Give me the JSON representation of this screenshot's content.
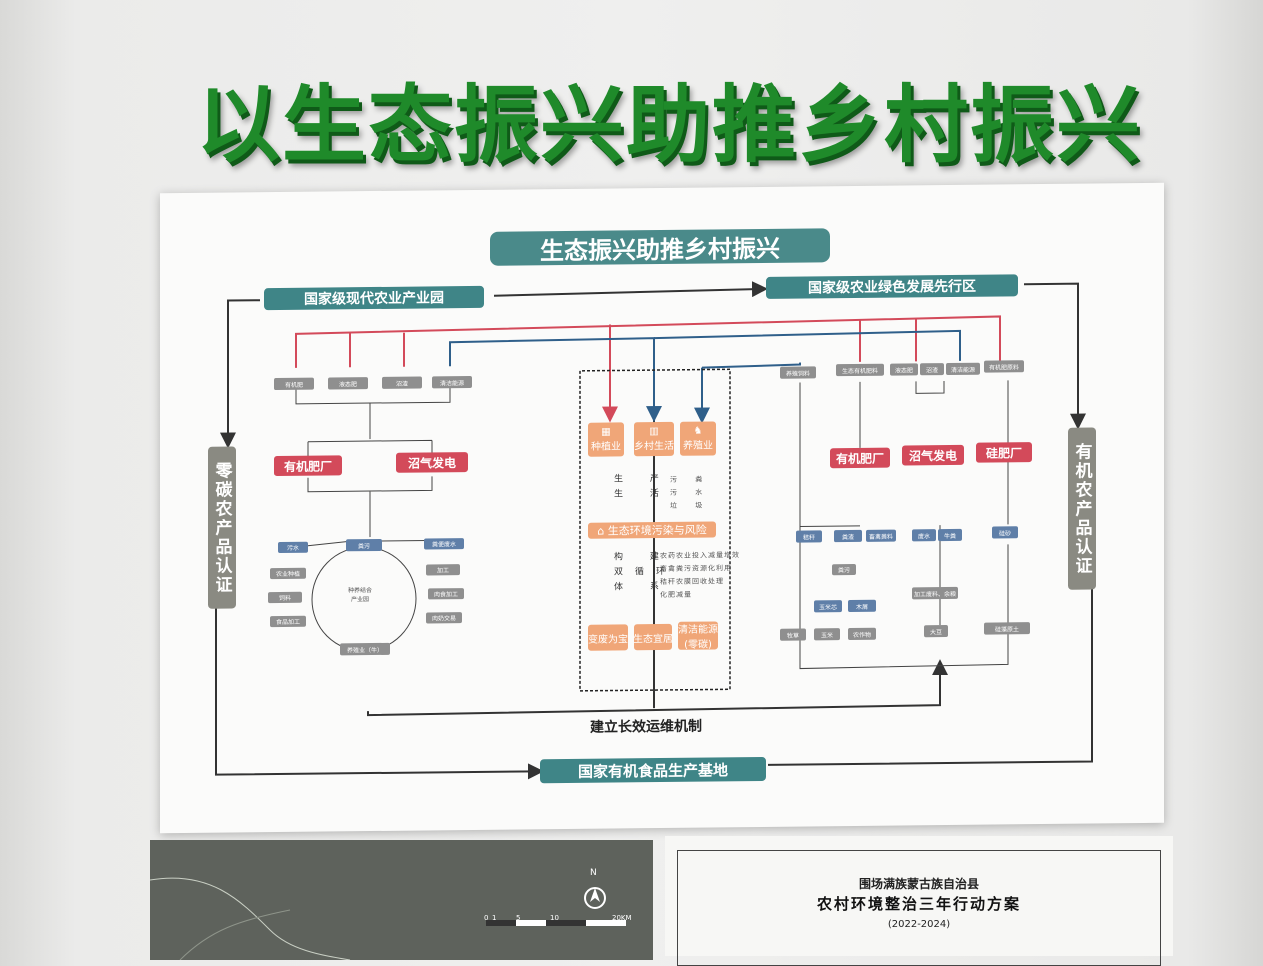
{
  "wall_title": "以生态振兴助推乡村振兴",
  "board": {
    "title": "生态振兴助推乡村振兴",
    "top_left": "国家级现代农业产业园",
    "top_right": "国家级农业绿色发展先行区",
    "left_vertical": "零碳农产品认证",
    "right_vertical": "有机农产品认证",
    "bottom": "国家有机食品生产基地",
    "mechanism": "建立长效运维机制",
    "left_small": [
      "有机肥",
      "液态肥",
      "沼渣",
      "清洁能源"
    ],
    "left_red": [
      "有机肥厂",
      "沼气发电"
    ],
    "cycle": {
      "top": "粪污",
      "center": "种养结合\n产业园",
      "bottom": "养殖业（牛）",
      "left": [
        "污水",
        "农业种植",
        "饲料",
        "食品加工"
      ],
      "right": [
        "粪便废水",
        "加工",
        "肉食加工",
        "肉奶交易"
      ]
    },
    "center_orange": [
      "种植业",
      "乡村生活",
      "养殖业"
    ],
    "center_text_left": [
      "生 产",
      "生 活"
    ],
    "center_text_right": [
      "污 粪",
      "污 水",
      "垃 圾"
    ],
    "center_banner": "生态环境污染与风险",
    "center_text2_left": [
      "构 建",
      "双循环",
      "体 系"
    ],
    "center_text2_right": [
      "农药农业投入减量增效",
      "畜禽粪污资源化利用",
      "秸秆农膜回收处理",
      "化肥减量"
    ],
    "center_bottom": [
      "变废为宝",
      "生态宜居",
      "清洁能源\n(零碳)"
    ],
    "right_small": [
      "养殖饲料",
      "生态有机肥料",
      "液态肥",
      "沼渣",
      "清洁能源",
      "有机肥原料"
    ],
    "right_red": [
      "有机肥厂",
      "沼气发电",
      "硅肥厂"
    ],
    "right_blue_row1": [
      "秸秆",
      "粪渣",
      "畜禽粪料",
      "废水",
      "牛粪",
      "硅砂"
    ],
    "right_mid": [
      "粪污",
      "玉米芯",
      "木屑"
    ],
    "right_row_bottom": [
      "牧草",
      "玉米",
      "农作物",
      "加工废料、余粮",
      "大豆",
      "硅藻原土"
    ]
  },
  "document": {
    "line1": "围场满族蒙古族自治县",
    "line2": "农村环境整治三年行动方案",
    "line3": "(2022-2024)"
  },
  "map": {
    "north": "N",
    "scale": [
      "0",
      "1",
      "5",
      "10",
      "20KM"
    ]
  }
}
